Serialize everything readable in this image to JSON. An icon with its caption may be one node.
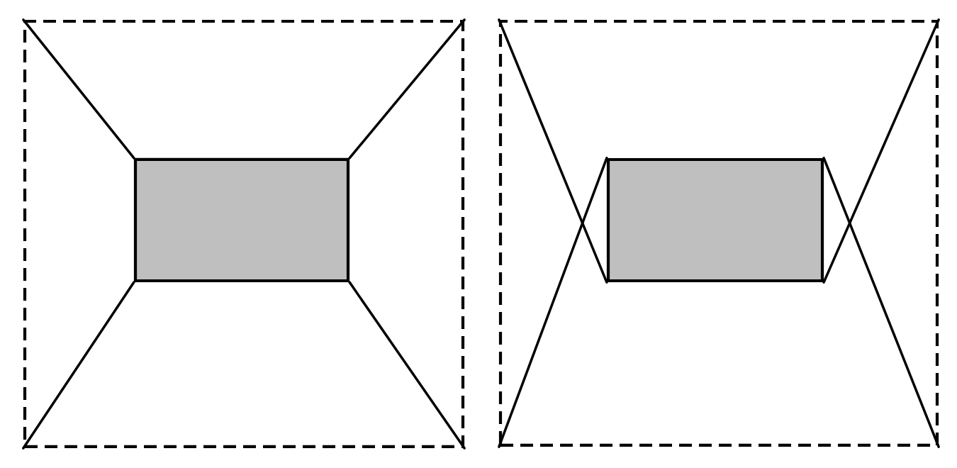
{
  "diagram": {
    "nodes": [
      {
        "text": [],
        "shape": "box"
      },
      {
        "text": [],
        "shape": "box",
        "in": 0
      },
      {
        "text": [],
        "shape": "box"
      },
      {
        "text": [],
        "shape": "box",
        "in": 2
      }
    ],
    "edges": [
      {
        "from": 1,
        "to": 0,
        "arrow": "none"
      },
      {
        "from": 1,
        "to": 0,
        "arrow": "none"
      },
      {
        "from": 1,
        "to": 0,
        "arrow": "none"
      },
      {
        "from": 1,
        "to": 0,
        "arrow": "none"
      },
      {
        "from": 3,
        "to": 2,
        "arrow": "none"
      },
      {
        "from": 3,
        "to": 2,
        "arrow": "none"
      },
      {
        "from": 3,
        "to": 2,
        "arrow": "none"
      },
      {
        "from": 3,
        "to": 2,
        "arrow": "none"
      }
    ]
  }
}
